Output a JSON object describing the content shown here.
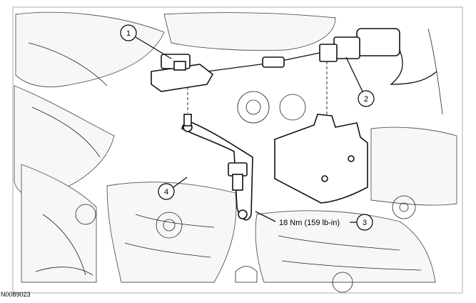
{
  "figure_id": "N0089023",
  "callouts": [
    {
      "number": "1",
      "target": "sensor-connector"
    },
    {
      "number": "2",
      "target": "harness-connector"
    },
    {
      "number": "3",
      "target": "torque-bolt"
    },
    {
      "number": "4",
      "target": "mounting-bracket"
    }
  ],
  "torque_spec": "18 Nm (159 lb-in)"
}
